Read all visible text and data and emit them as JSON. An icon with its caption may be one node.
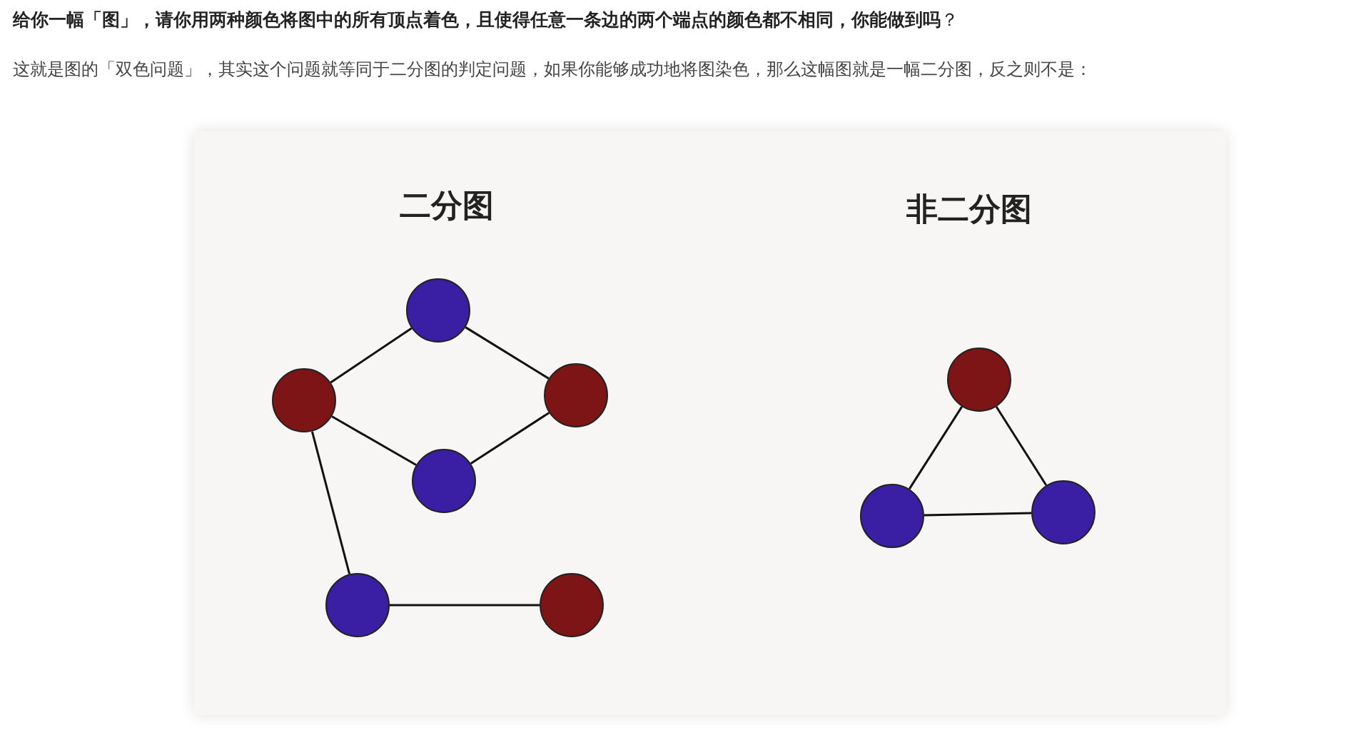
{
  "diagram": {
    "title": "**给你一幅「图」，请你用两种颜色将图中的所有顶点着色，且使得任意一条边的两个端点的颜色都不相同，你能做到吗**？",
    "nodes": [
      {
        "text": [],
        "shape": "circle"
      },
      {
        "text": [],
        "shape": "circle"
      },
      {
        "text": [],
        "shape": "circle"
      },
      {
        "text": [],
        "shape": "circle"
      },
      {
        "text": [],
        "shape": "circle"
      },
      {
        "text": [],
        "shape": "circle"
      },
      {
        "text": [],
        "shape": "circle"
      },
      {
        "text": [],
        "shape": "circle"
      },
      {
        "text": [],
        "shape": "circle"
      }
    ],
    "edges": [
      {
        "from": 1,
        "to": 0,
        "arrow": "none"
      },
      {
        "from": 0,
        "to": 2,
        "arrow": "none"
      },
      {
        "from": 1,
        "to": 3,
        "arrow": "none"
      },
      {
        "from": 3,
        "to": 2,
        "arrow": "none"
      },
      {
        "from": 1,
        "to": 4,
        "arrow": "none"
      },
      {
        "from": 4,
        "to": 5,
        "arrow": "none"
      },
      {
        "from": 6,
        "to": 7,
        "arrow": "none"
      },
      {
        "from": 6,
        "to": 8,
        "arrow": "none"
      },
      {
        "from": 7,
        "to": 8,
        "arrow": "none"
      }
    ],
    "labels": [
      "这就是图的「双色问题」，其实这个问题就等同于二分图的判定问题，如果你能够成功地将图染色，那么这幅图就是一幅二分图，反之则不是：",
      "二分图",
      "非二分图"
    ]
  }
}
